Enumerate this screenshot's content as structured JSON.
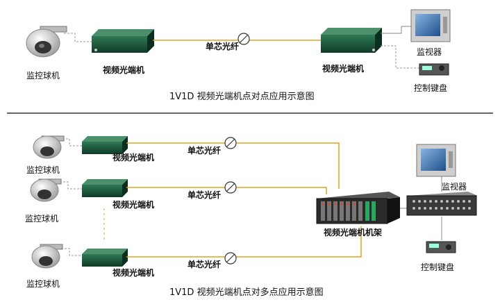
{
  "colors": {
    "fiber_line": "#e6a020",
    "device_green": "#1f5f40",
    "divider": "#333333",
    "copper_line": "#9a9a9a"
  },
  "top": {
    "camera_label": "监控球机",
    "tx_label": "视频光端机",
    "fiber_label": "单芯光纤",
    "rx_label": "视频光端机",
    "monitor_label": "监视器",
    "keyboard_label": "控制键盘",
    "caption": "1V1D 视频光端机点对点应用示意图"
  },
  "bottom": {
    "channels": [
      {
        "camera_label": "监控球机",
        "tx_label": "视频光端机",
        "fiber_label": "单芯光纤"
      },
      {
        "camera_label": "监控球机",
        "tx_label": "视频光端机",
        "fiber_label": "单芯光纤"
      },
      {
        "camera_label": "监控球机",
        "tx_label": "视频光端机",
        "fiber_label": "单芯光纤"
      }
    ],
    "rack_label": "视频光端机机架",
    "monitor_label": "监视器",
    "keyboard_label": "控制键盘",
    "caption": "1V1D 视频光端机点对多点应用示意图"
  }
}
